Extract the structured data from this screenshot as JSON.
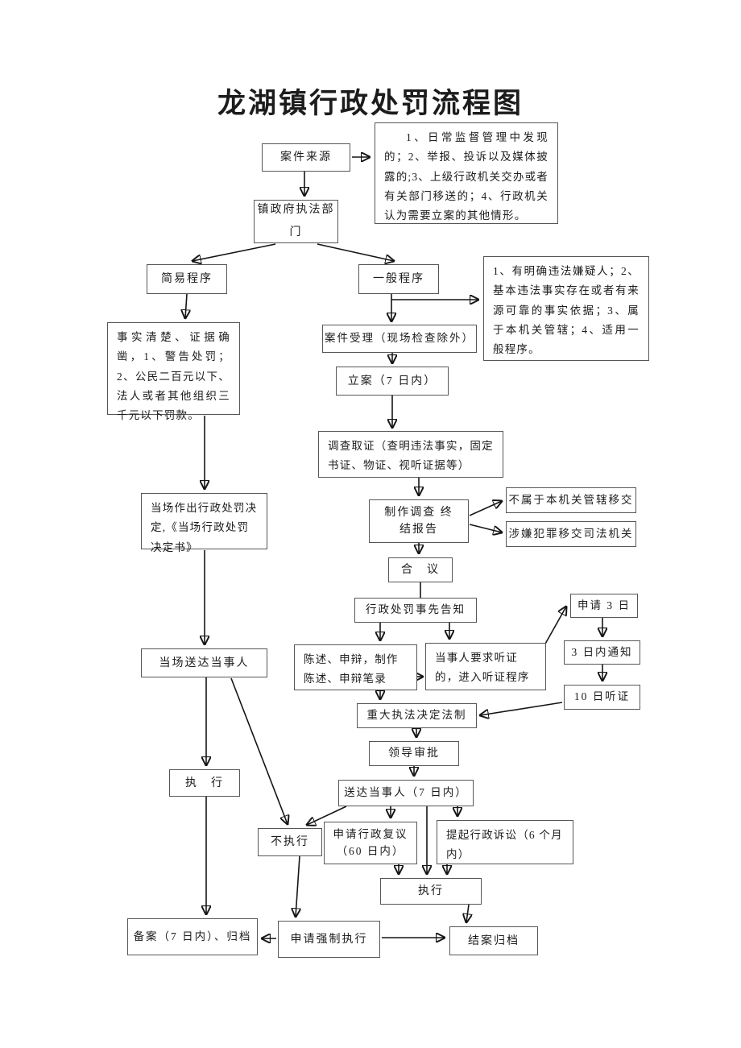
{
  "title": "龙湖镇行政处罚流程图",
  "nodes": {
    "case_source": "案件来源",
    "source_note": "1、日常监督管理中发现的；2、举报、投诉以及媒体披露的;3、上级行政机关交办或者有关部门移送的；4、行政机关认为需要立案的其他情形。",
    "law_dept": "镇政府执法部门",
    "simple_proc": "简易程序",
    "general_proc": "一般程序",
    "criteria_note": "1、有明确违法嫌疑人；2、基本违法事实存在或者有来源可靠的事实依据；3、属于本机关管辖；4、适用一般程序。",
    "facts_clear": "事实清楚、证据确凿，1、警告处罚；2、公民二百元以下、法人或者其他组织三千元以下罚款。",
    "case_accept": "案件受理（现场检查除外）",
    "file_case": "立案（7 日内）",
    "investigate": "调查取证（查明违法事实，固定书证、物证、视听证据等）",
    "final_report": "制作调查 终结报告",
    "not_jurisdiction": "不属于本机关管辖移交",
    "crime_transfer": "涉嫌犯罪移交司法机关",
    "deliberation": "合　议",
    "prior_notice": "行政处罚事先告知",
    "apply_3d": "申请 3 日",
    "notify_3d": "3 日内通知",
    "hearing_10d": "10 日听证",
    "statement": "陈述、申辩，制作陈述、申辩笔录",
    "hearing_request": "当事人要求听证的，进入听证程序",
    "major_decision": "重大执法决定法制",
    "leader_approval": "领导审批",
    "deliver_party": "送达当事人（7 日内）",
    "onsite_decision": "当场作出行政处罚决定,《当场行政处罚决定书》",
    "onsite_deliver": "当场送达当事人",
    "execute_left": "执　行",
    "no_execute": "不执行",
    "admin_review": "申请行政复议 （60 日内）",
    "admin_lawsuit": "提起行政诉讼（6 个月内）",
    "execute_bottom": "执行",
    "record_file": "备案（7 日内）、归档",
    "force_execute": "申请强制执行",
    "close_case": "结案归档"
  }
}
